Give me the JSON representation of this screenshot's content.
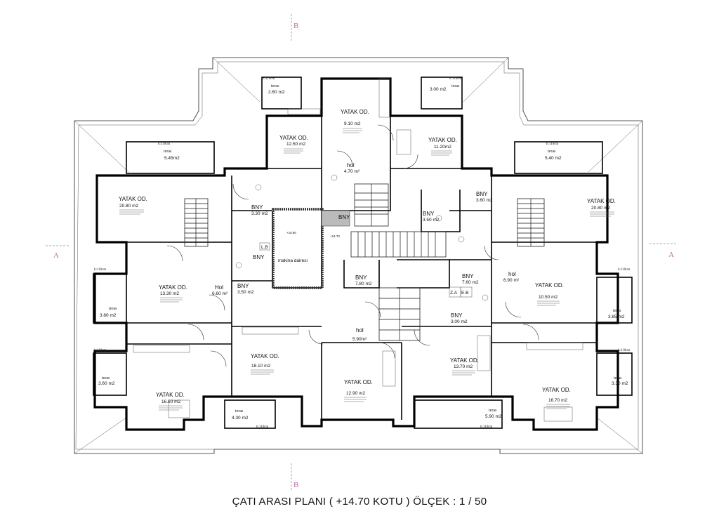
{
  "title": "ÇATI  ARASI  PLANI ( +14.70 KOTU )  ÖLÇEK : 1 / 50",
  "section_marks": {
    "a": "A",
    "b": "B"
  },
  "level_marks": {
    "top": "+15.90",
    "mid": "+14.70"
  },
  "machine_room": "makina dairesi",
  "rooms": [
    {
      "name": "YATAK OD.",
      "area": "9.10 m2"
    },
    {
      "name": "YATAK OD.",
      "area": "12.50 m2"
    },
    {
      "name": "YATAK OD.",
      "area": "11.20m2"
    },
    {
      "name": "YATAK OD.",
      "area": "20.80 m2"
    },
    {
      "name": "YATAK OD.",
      "area": "20.80 m2"
    },
    {
      "name": "YATAK OD.",
      "area": "13.30 m2"
    },
    {
      "name": "YATAK OD.",
      "area": "10.50 m2"
    },
    {
      "name": "YATAK OD.",
      "area": "18.10 m2"
    },
    {
      "name": "YATAK OD.",
      "area": "13.70 m2"
    },
    {
      "name": "YATAK OD.",
      "area": "12.90 m2"
    },
    {
      "name": "YATAK OD.",
      "area": "16.60 m2"
    },
    {
      "name": "YATAK OD.",
      "area": "16.70 m2"
    }
  ],
  "halls": [
    {
      "name": "hol",
      "area": "4.70 m²"
    },
    {
      "name": "Hol",
      "area": "6.60 m²"
    },
    {
      "name": "hol",
      "area": "6.90 m²"
    },
    {
      "name": "hol",
      "area": "5.90m²"
    }
  ],
  "baths": [
    {
      "name": "BNY",
      "area": "3.30 m2"
    },
    {
      "name": "BNY",
      "area": ""
    },
    {
      "name": "BNY",
      "area": "3.60 m2"
    },
    {
      "name": "BNY",
      "area": "3.50 m2"
    },
    {
      "name": "BNY",
      "area": "3.50 m2"
    },
    {
      "name": "BNY",
      "area": ""
    },
    {
      "name": "BNY",
      "area": "7.80 m2"
    },
    {
      "name": "BNY",
      "area": "7.60 m2"
    },
    {
      "name": "BNY",
      "area": "3.00 m2"
    }
  ],
  "terraces": [
    {
      "name": "teras",
      "area": "2.60 m2"
    },
    {
      "name": "teras",
      "area": "3.00 m2"
    },
    {
      "name": "teras",
      "area": "5.45m2"
    },
    {
      "name": "teras",
      "area": "5.40 m2"
    },
    {
      "name": "teras",
      "area": "3.80 m2"
    },
    {
      "name": "teras",
      "area": "3.85 m2"
    },
    {
      "name": "teras",
      "area": "3.60 m2"
    },
    {
      "name": "teras",
      "area": "3.30 m2"
    },
    {
      "name": "teras",
      "area": "4.30 m2"
    },
    {
      "name": "teras",
      "area": "5.90 m2"
    }
  ],
  "h_label": "h:110cm",
  "small_labels": {
    "za": "Z.A",
    "eb": "E.B",
    "lb": "L.B"
  }
}
